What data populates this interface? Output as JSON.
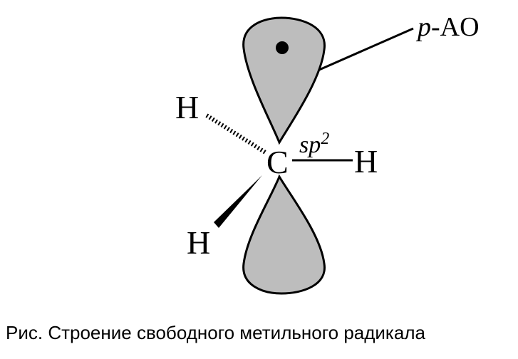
{
  "atoms": {
    "carbon": "C",
    "h_top": "H",
    "h_right": "H",
    "h_bottom": "H"
  },
  "labels": {
    "p_orbital_prefix": "p",
    "p_orbital_suffix": "-AO",
    "hybridization_base": "sp",
    "hybridization_sup": "2"
  },
  "caption": "Рис. Строение свободного метильного радикала",
  "colors": {
    "lobe_fill": "#bdbdbd",
    "stroke": "#000000"
  }
}
